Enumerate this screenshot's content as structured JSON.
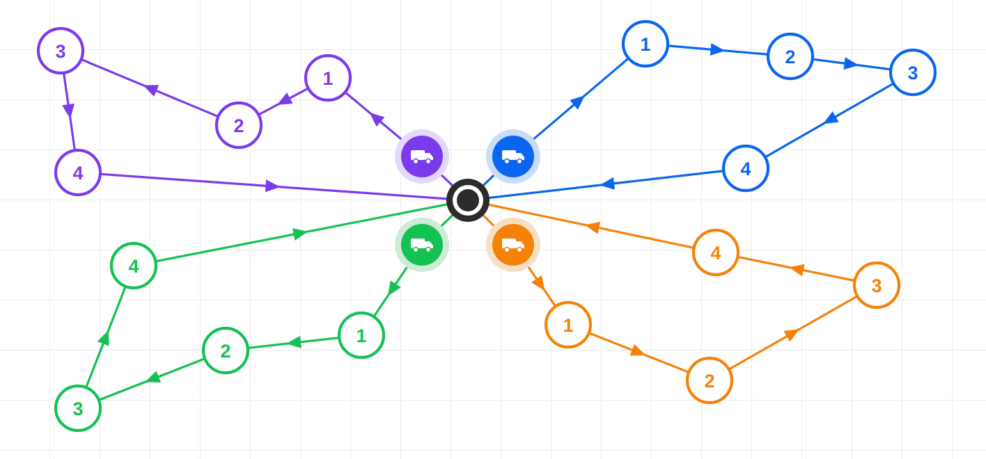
{
  "depot": {
    "name": "depot-hub"
  },
  "routes": [
    {
      "id": "purple",
      "color": "#7c3aed",
      "halo": "#e4d8fb",
      "vehicle_icon": "truck-icon",
      "stops": [
        {
          "label": "1"
        },
        {
          "label": "2"
        },
        {
          "label": "3"
        },
        {
          "label": "4"
        }
      ]
    },
    {
      "id": "blue",
      "color": "#0a66f0",
      "halo": "#c9dcf9",
      "vehicle_icon": "truck-icon",
      "stops": [
        {
          "label": "1"
        },
        {
          "label": "2"
        },
        {
          "label": "3"
        },
        {
          "label": "4"
        }
      ]
    },
    {
      "id": "green",
      "color": "#14c152",
      "halo": "#cdebd7",
      "vehicle_icon": "truck-icon",
      "stops": [
        {
          "label": "1"
        },
        {
          "label": "2"
        },
        {
          "label": "3"
        },
        {
          "label": "4"
        }
      ]
    },
    {
      "id": "orange",
      "color": "#f58208",
      "halo": "#f8dfc4",
      "vehicle_icon": "truck-icon",
      "stops": [
        {
          "label": "1"
        },
        {
          "label": "2"
        },
        {
          "label": "3"
        },
        {
          "label": "4"
        }
      ]
    }
  ]
}
